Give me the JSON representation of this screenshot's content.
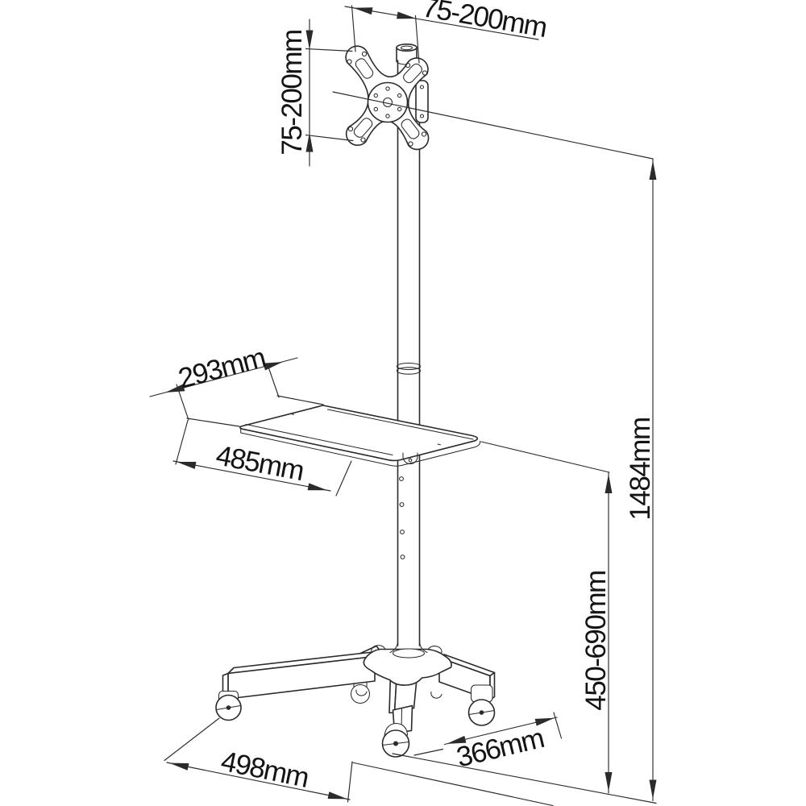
{
  "colors": {
    "background": "#ffffff",
    "line": "#2a2a2a",
    "dimension_line": "#2b2b2b",
    "label_text": "#141414"
  },
  "drawing": {
    "kind": "technical-dimension-drawing",
    "subject": "mobile monitor floor stand with VESA plate, shelf and caster base",
    "labels": {
      "vesa_width": "75-200mm",
      "vesa_height": "75-200mm",
      "shelf_depth": "293mm",
      "shelf_width": "485mm",
      "total_height": "1484mm",
      "shelf_height_range": "450-690mm",
      "base_width": "498mm",
      "base_depth": "366mm"
    }
  }
}
